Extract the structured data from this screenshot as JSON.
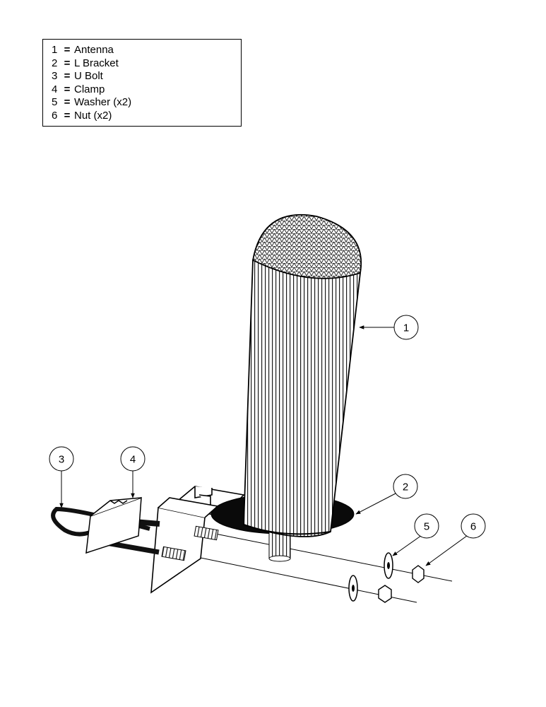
{
  "legend": {
    "items": [
      {
        "num": "1",
        "eq": "=",
        "label": "Antenna"
      },
      {
        "num": "2",
        "eq": "=",
        "label": "L Bracket"
      },
      {
        "num": "3",
        "eq": "=",
        "label": "U Bolt"
      },
      {
        "num": "4",
        "eq": "=",
        "label": "Clamp"
      },
      {
        "num": "5",
        "eq": "=",
        "label": "Washer (x2)"
      },
      {
        "num": "6",
        "eq": "=",
        "label": "Nut (x2)"
      }
    ]
  },
  "callouts": [
    "1",
    "2",
    "3",
    "4",
    "5",
    "6"
  ]
}
